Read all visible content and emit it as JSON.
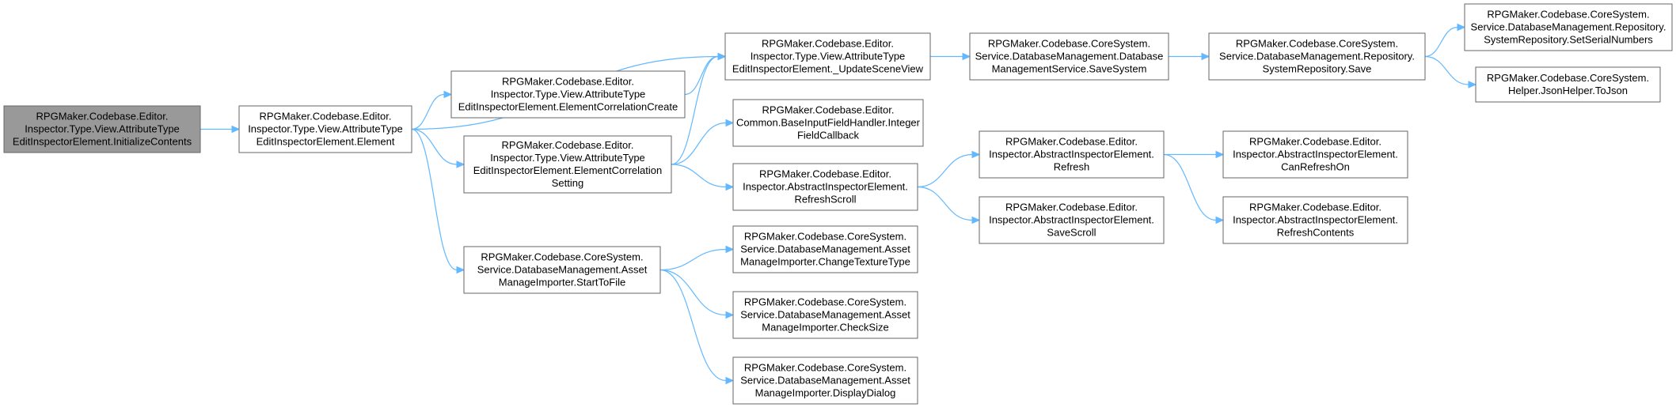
{
  "colors": {
    "edge": "#63b8ff",
    "node_border": "#666666",
    "root_fill": "#999999",
    "node_fill": "#ffffff"
  },
  "nodes": [
    {
      "id": "initialize_contents",
      "root": true,
      "lines": [
        "RPGMaker.Codebase.Editor.",
        "Inspector.Type.View.AttributeType",
        "EditInspectorElement.InitializeContents"
      ]
    },
    {
      "id": "element",
      "lines": [
        "RPGMaker.Codebase.Editor.",
        "Inspector.Type.View.AttributeType",
        "EditInspectorElement.Element"
      ]
    },
    {
      "id": "element_correlation_create",
      "lines": [
        "RPGMaker.Codebase.Editor.",
        "Inspector.Type.View.AttributeType",
        "EditInspectorElement.ElementCorrelationCreate"
      ]
    },
    {
      "id": "element_correlation_setting",
      "lines": [
        "RPGMaker.Codebase.Editor.",
        "Inspector.Type.View.AttributeType",
        "EditInspectorElement.ElementCorrelation",
        "Setting"
      ]
    },
    {
      "id": "start_to_file",
      "lines": [
        "RPGMaker.Codebase.CoreSystem.",
        "Service.DatabaseManagement.Asset",
        "ManageImporter.StartToFile"
      ]
    },
    {
      "id": "update_scene_view",
      "lines": [
        "RPGMaker.Codebase.Editor.",
        "Inspector.Type.View.AttributeType",
        "EditInspectorElement._UpdateSceneView"
      ]
    },
    {
      "id": "integer_field_callback",
      "lines": [
        "RPGMaker.Codebase.Editor.",
        "Common.BaseInputFieldHandler.Integer",
        "FieldCallback"
      ]
    },
    {
      "id": "refresh_scroll",
      "lines": [
        "RPGMaker.Codebase.Editor.",
        "Inspector.AbstractInspectorElement.",
        "RefreshScroll"
      ]
    },
    {
      "id": "change_texture_type",
      "lines": [
        "RPGMaker.Codebase.CoreSystem.",
        "Service.DatabaseManagement.Asset",
        "ManageImporter.ChangeTextureType"
      ]
    },
    {
      "id": "check_size",
      "lines": [
        "RPGMaker.Codebase.CoreSystem.",
        "Service.DatabaseManagement.Asset",
        "ManageImporter.CheckSize"
      ]
    },
    {
      "id": "display_dialog",
      "lines": [
        "RPGMaker.Codebase.CoreSystem.",
        "Service.DatabaseManagement.Asset",
        "ManageImporter.DisplayDialog"
      ]
    },
    {
      "id": "save_system",
      "lines": [
        "RPGMaker.Codebase.CoreSystem.",
        "Service.DatabaseManagement.Database",
        "ManagementService.SaveSystem"
      ]
    },
    {
      "id": "refresh",
      "lines": [
        "RPGMaker.Codebase.Editor.",
        "Inspector.AbstractInspectorElement.",
        "Refresh"
      ]
    },
    {
      "id": "save_scroll",
      "lines": [
        "RPGMaker.Codebase.Editor.",
        "Inspector.AbstractInspectorElement.",
        "SaveScroll"
      ]
    },
    {
      "id": "repo_save",
      "lines": [
        "RPGMaker.Codebase.CoreSystem.",
        "Service.DatabaseManagement.Repository.",
        "SystemRepository.Save"
      ]
    },
    {
      "id": "can_refresh_on",
      "lines": [
        "RPGMaker.Codebase.Editor.",
        "Inspector.AbstractInspectorElement.",
        "CanRefreshOn"
      ]
    },
    {
      "id": "refresh_contents",
      "lines": [
        "RPGMaker.Codebase.Editor.",
        "Inspector.AbstractInspectorElement.",
        "RefreshContents"
      ]
    },
    {
      "id": "set_serial_numbers",
      "lines": [
        "RPGMaker.Codebase.CoreSystem.",
        "Service.DatabaseManagement.Repository.",
        "SystemRepository.SetSerialNumbers"
      ]
    },
    {
      "id": "to_json",
      "lines": [
        "RPGMaker.Codebase.CoreSystem.",
        "Helper.JsonHelper.ToJson"
      ]
    }
  ],
  "edges": [
    {
      "from": "initialize_contents",
      "to": "element"
    },
    {
      "from": "element",
      "to": "update_scene_view"
    },
    {
      "from": "element",
      "to": "element_correlation_create"
    },
    {
      "from": "element",
      "to": "element_correlation_setting"
    },
    {
      "from": "element",
      "to": "start_to_file"
    },
    {
      "from": "element_correlation_create",
      "to": "update_scene_view"
    },
    {
      "from": "element_correlation_setting",
      "to": "update_scene_view"
    },
    {
      "from": "element_correlation_setting",
      "to": "integer_field_callback"
    },
    {
      "from": "element_correlation_setting",
      "to": "refresh_scroll"
    },
    {
      "from": "start_to_file",
      "to": "change_texture_type"
    },
    {
      "from": "start_to_file",
      "to": "check_size"
    },
    {
      "from": "start_to_file",
      "to": "display_dialog"
    },
    {
      "from": "update_scene_view",
      "to": "save_system"
    },
    {
      "from": "refresh_scroll",
      "to": "refresh"
    },
    {
      "from": "refresh_scroll",
      "to": "save_scroll"
    },
    {
      "from": "save_system",
      "to": "repo_save"
    },
    {
      "from": "refresh",
      "to": "can_refresh_on"
    },
    {
      "from": "refresh",
      "to": "refresh_contents"
    },
    {
      "from": "repo_save",
      "to": "set_serial_numbers"
    },
    {
      "from": "repo_save",
      "to": "to_json"
    }
  ]
}
